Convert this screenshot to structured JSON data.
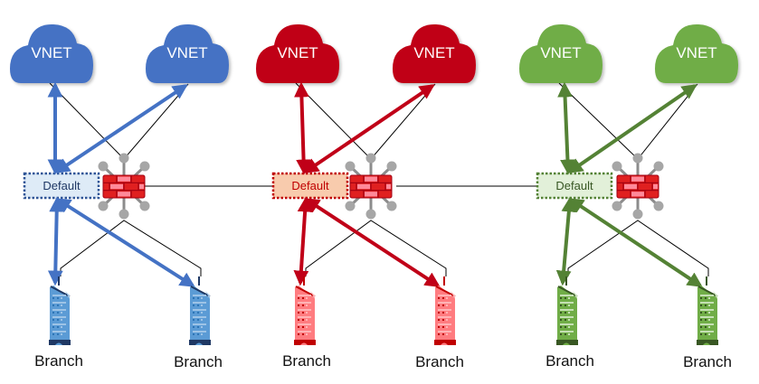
{
  "diagram": {
    "description": "Three virtual hubs each with a Default route table, firewall, two VNETs and two Branches",
    "hubs": [
      {
        "name": "blue-hub",
        "route_table_label": "Default",
        "colors": {
          "primary": "#4472C4",
          "route_table_fill": "#DEEBF7",
          "route_table_border": "#2F5597",
          "route_table_text": "#1F3864",
          "building_body": "#5B9BD5",
          "building_light": "#9DC3E6",
          "building_dark": "#1F3864",
          "building_window": "#2E75B6"
        },
        "vnets": [
          {
            "label": "VNET"
          },
          {
            "label": "VNET"
          }
        ],
        "branches": [
          {
            "label": "Branch"
          },
          {
            "label": "Branch"
          }
        ]
      },
      {
        "name": "red-hub",
        "route_table_label": "Default",
        "colors": {
          "primary": "#C00018",
          "route_table_fill": "#F8CBAD",
          "route_table_border": "#C00000",
          "route_table_text": "#C00000",
          "building_body": "#FF7C80",
          "building_light": "#FFB3B5",
          "building_dark": "#C00000",
          "building_window": "#C00000"
        },
        "vnets": [
          {
            "label": "VNET"
          },
          {
            "label": "VNET"
          }
        ],
        "branches": [
          {
            "label": "Branch"
          },
          {
            "label": "Branch"
          }
        ]
      },
      {
        "name": "green-hub",
        "route_table_label": "Default",
        "colors": {
          "primary": "#70AD47",
          "route_table_fill": "#E2F0D9",
          "route_table_border": "#548235",
          "route_table_text": "#375623",
          "building_body": "#70AD47",
          "building_light": "#C5E0B4",
          "building_dark": "#385723",
          "building_window": "#385723"
        },
        "vnets": [
          {
            "label": "VNET"
          },
          {
            "label": "VNET"
          }
        ],
        "branches": [
          {
            "label": "Branch"
          },
          {
            "label": "Branch"
          }
        ]
      }
    ],
    "arrow_color_strong": {
      "blue-hub": "#4472C4",
      "red-hub": "#C00018",
      "green-hub": "#548235"
    },
    "link_color": "#000000",
    "firewall_colors": {
      "body": "#E02020",
      "brick_light": "#FF8A9A",
      "mortar": "#A00010",
      "spoke": "#8C8C8C",
      "node": "#A6A6A6"
    }
  }
}
